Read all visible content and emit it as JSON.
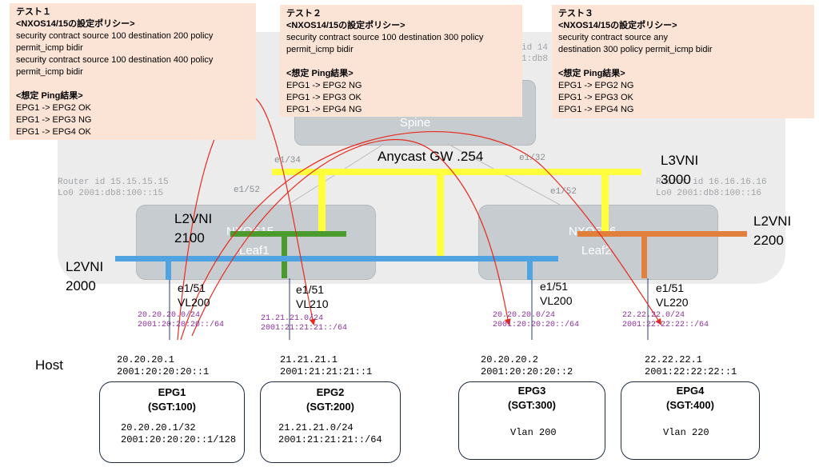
{
  "notes": [
    {
      "title": "テスト１",
      "policy_header": "<NXOS14/15の設定ポリシー>",
      "policy_lines": [
        "security contract source 100 destination 200 policy",
        "permit_icmp bidir",
        "security contract source 100 destination 400 policy",
        "permit_icmp bidir"
      ],
      "result_header": "<想定 Ping結果>",
      "results": [
        "EPG1 -> EPG2 OK",
        "EPG1 -> EPG3 NG",
        "EPG1 -> EPG4 OK"
      ]
    },
    {
      "title": "テスト２",
      "policy_header": "<NXOS14/15の設定ポリシー>",
      "policy_lines": [
        "security contract source 100 destination 300 policy",
        "permit_icmp bidir"
      ],
      "result_header": "<想定 Ping結果>",
      "results": [
        "EPG1 -> EPG2 NG",
        "EPG1 -> EPG3 OK",
        "EPG1 -> EPG4 NG"
      ]
    },
    {
      "title": "テスト３",
      "policy_header": "<NXOS14/15の設定ポリシー>",
      "policy_lines": [
        "security contract source any",
        "destination 300 policy permit_icmp bidir"
      ],
      "result_header": "<想定 Ping結果>",
      "results": [
        "EPG1 -> EPG2 NG",
        "EPG1 -> EPG3 OK",
        "EPG1 -> EPG4 NG"
      ]
    }
  ],
  "spine": {
    "label": "Spine",
    "peek_text": [
      "id 14",
      "1:db8"
    ]
  },
  "leaf1": {
    "hostname": "NXOS15",
    "label": "Leaf1",
    "router_id": "Router id 15.15.15.15",
    "lo0": "Lo0 2001:db8:100::15"
  },
  "leaf2": {
    "hostname": "NXOS16",
    "label": "Leaf2",
    "router_id": "Router id 16.16.16.16",
    "lo0": "Lo0 2001:db8:100::16"
  },
  "uplinks": {
    "leaf1_spine": "e1/34",
    "leaf1_uplink": "e1/52",
    "leaf2_spine": "e1/32",
    "leaf2_uplink": "e1/52"
  },
  "anycast": "Anycast GW .254",
  "vnis": {
    "l3vni_name": "L3VNI",
    "l3vni_id": "3000",
    "l2vni_2100_name": "L2VNI",
    "l2vni_2100_id": "2100",
    "l2vni_2000_name": "L2VNI",
    "l2vni_2000_id": "2000",
    "l2vni_2200_name": "L2VNI",
    "l2vni_2200_id": "2200"
  },
  "ports": [
    {
      "intf": "e1/51",
      "vlan": "VL200",
      "subnet_v4": "20.20.20.0/24",
      "subnet_v6": "2001:20:20:20::/64"
    },
    {
      "intf": "e1/51",
      "vlan": "VL210",
      "subnet_v4": "21.21.21.0/24",
      "subnet_v6": "2001:21:21:21::/64"
    },
    {
      "intf": "e1/51",
      "vlan": "VL200",
      "subnet_v4": "20.20.20.0/24",
      "subnet_v6": "2001:20:20:20::/64"
    },
    {
      "intf": "e1/51",
      "vlan": "VL220",
      "subnet_v4": "22.22.22.0/24",
      "subnet_v6": "2001:22:22:22::/64"
    }
  ],
  "host_label": "Host",
  "hosts": [
    {
      "ipv4": "20.20.20.1",
      "ipv6": "2001:20:20:20::1",
      "epg": "EPG1",
      "sgt": "(SGT:100)",
      "inner1": "20.20.20.1/32",
      "inner2": "2001:20:20:20::1/128"
    },
    {
      "ipv4": "21.21.21.1",
      "ipv6": "2001:21:21:21::1",
      "epg": "EPG2",
      "sgt": "(SGT:200)",
      "inner1": "21.21.21.0/24",
      "inner2": "2001:21:21:21::/64"
    },
    {
      "ipv4": "20.20.20.2",
      "ipv6": "2001:20:20:20::2",
      "epg": "EPG3",
      "sgt": "(SGT:300)",
      "inner1": "Vlan 200",
      "inner2": ""
    },
    {
      "ipv4": "22.22.22.1",
      "ipv6": "2001:22:22:22::1",
      "epg": "EPG4",
      "sgt": "(SGT:400)",
      "inner1": "Vlan 220",
      "inner2": ""
    }
  ],
  "colors": {
    "l3vni": "#ffff3c",
    "l2vni_2000": "#4fa3e0",
    "l2vni_2100": "#4a9a2e",
    "l2vni_2200": "#e0803c",
    "arrows": "#e8291c",
    "note_bg": "#fbe3d6"
  }
}
